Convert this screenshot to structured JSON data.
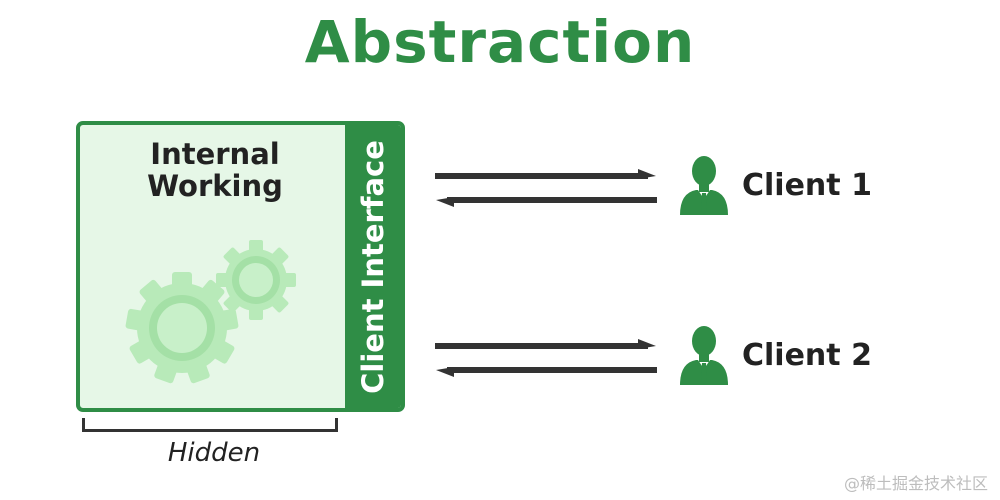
{
  "title": "Abstraction",
  "box": {
    "internal_line1": "Internal",
    "internal_line2": "Working",
    "interface_label": "Client Interface"
  },
  "hidden_label": "Hidden",
  "clients": [
    {
      "label": "Client 1",
      "icon": "person-suit-icon"
    },
    {
      "label": "Client 2",
      "icon": "person-suit-icon"
    }
  ],
  "watermark": "@稀土掘金技术社区",
  "colors": {
    "brand_green": "#2f8d46",
    "box_fill": "#e6f7e7",
    "gear_fill": "#b8eab9",
    "arrow": "#333333"
  }
}
